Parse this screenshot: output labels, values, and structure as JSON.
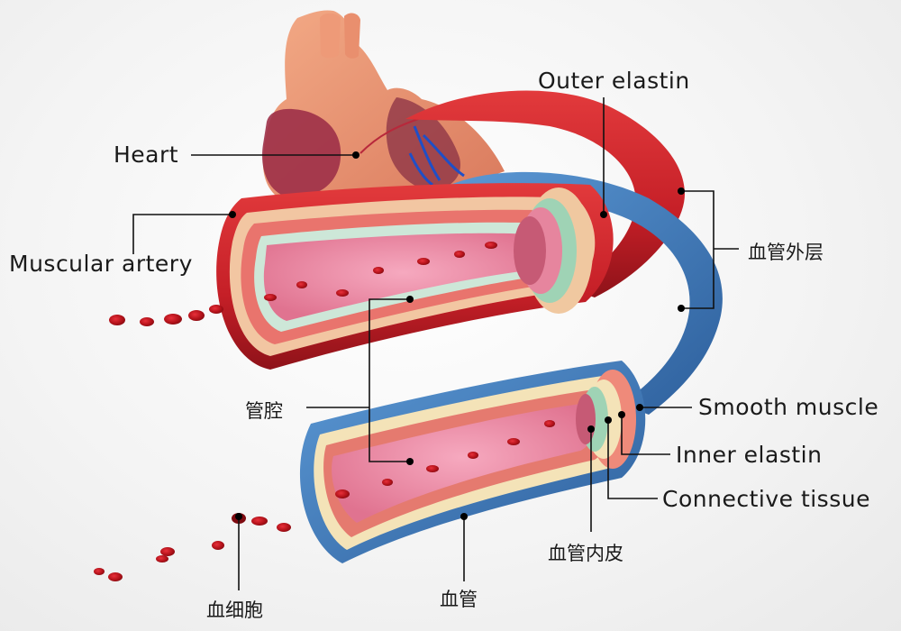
{
  "labels": {
    "heart": "Heart",
    "outer_elastin": "Outer elastin",
    "muscular_artery": "Muscular artery",
    "vessel_outer_layer": "血管外层",
    "lumen": "管腔",
    "smooth_muscle": "Smooth muscle",
    "inner_elastin": "Inner elastin",
    "connective_tissue": "Connective tissue",
    "endothelium": "血管内皮",
    "blood_vessel": "血管",
    "blood_cell": "血细胞"
  },
  "colors": {
    "artery_red": "#d8262e",
    "vein_blue": "#3f7fc0",
    "lumen_pink": "#ef8aa8",
    "blood_cell_red": "#c0141c",
    "heart_tissue": "#e98f6e",
    "leader_line": "#111111"
  }
}
